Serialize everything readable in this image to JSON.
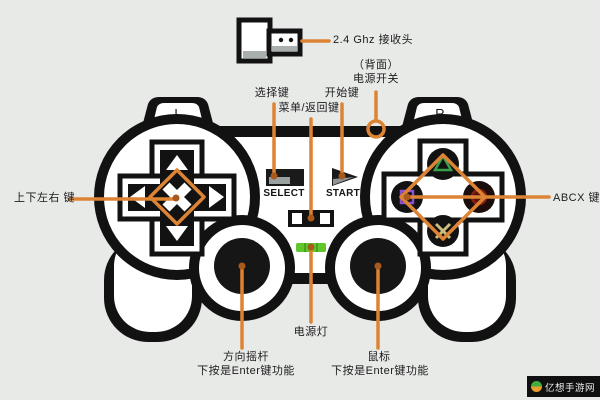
{
  "title": "wireless-gamepad-annotated-diagram",
  "colors": {
    "background": "#e8eae8",
    "outline": "#121212",
    "leader_line": "#dd8434",
    "leader_dot": "#a8591c",
    "power_light_green": "#5fc729",
    "triangle_button_green": "#37a24b",
    "square_button_purple": "#8a4fd0",
    "circle_button_red": "#8a1d12",
    "cross_button_khaki": "#cbbf7e"
  },
  "controller": {
    "left_shoulder": "L",
    "right_shoulder": "R",
    "select_print": "SELECT",
    "start_print": "START"
  },
  "annotations": {
    "receiver": "2.4 Ghz 接收头",
    "select_key": "选择键",
    "menu_key": "菜单/返回键",
    "start_key": "开始键",
    "power_switch_1": "（背面）",
    "power_switch_2": "电源开关",
    "dpad_keys": "上下左右 键",
    "abcx_keys": "ABCX 键",
    "power_light": "电源灯",
    "left_stick_1": "方向摇杆",
    "left_stick_2": "下按是Enter键功能",
    "right_stick_1": "鼠标",
    "right_stick_2": "下按是Enter键功能"
  },
  "watermark": "亿想手游网"
}
